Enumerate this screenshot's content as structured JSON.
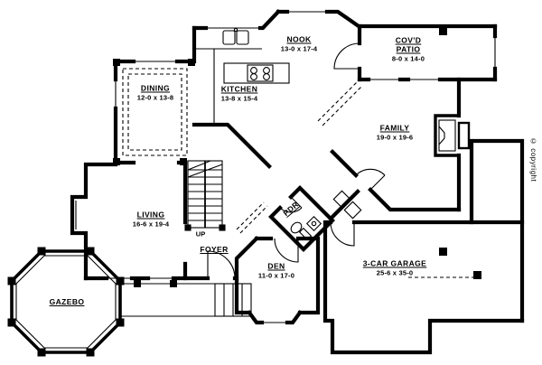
{
  "drawing": {
    "type": "house-floor-plan",
    "background_color": "#ffffff",
    "line_color": "#000000",
    "rooms": {
      "nook": {
        "name": "NOOK",
        "dims": "13-0 x 17-4"
      },
      "patio": {
        "name_line1": "COV'D",
        "name_line2": "PATIO",
        "dims": "8-0 x 14-0"
      },
      "dining": {
        "name": "DINING",
        "dims": "12-0 x 13-8"
      },
      "kitchen": {
        "name": "KITCHEN",
        "dims": "13-8 x 15-4"
      },
      "family": {
        "name": "FAMILY",
        "dims": "19-0 x 19-6"
      },
      "living": {
        "name": "LIVING",
        "dims": "16-6 x 19-4"
      },
      "foyer": {
        "name": "FOYER"
      },
      "powder": {
        "name": "PDR"
      },
      "den": {
        "name": "DEN",
        "dims": "11-0 x 17-0"
      },
      "gazebo": {
        "name": "GAZEBO"
      },
      "garage": {
        "name": "3-CAR GARAGE",
        "dims": "25-6 x 35-0"
      }
    },
    "annotations": {
      "stairs_direction": "UP",
      "copyright": "© copyright"
    }
  }
}
